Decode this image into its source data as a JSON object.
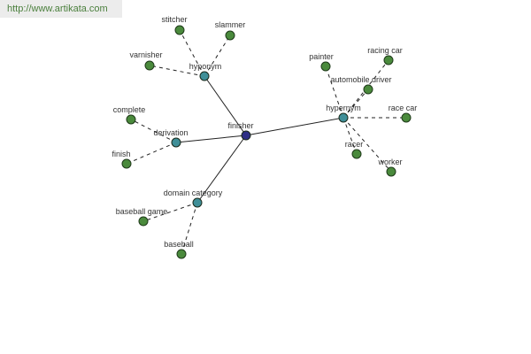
{
  "site": {
    "url": "http://www.artikata.com"
  },
  "colors": {
    "center": "#2e2f86",
    "relation": "#3f8f98",
    "leaf": "#4a8a3c"
  },
  "graph": {
    "center": {
      "id": "finisher",
      "label": "finisher"
    },
    "relations": [
      {
        "id": "hyponym",
        "label": "hyponym",
        "words": [
          "stitcher",
          "slammer",
          "varnisher"
        ]
      },
      {
        "id": "hypernym",
        "label": "hypernym",
        "words": [
          "painter",
          "racing car",
          "automobile driver",
          "race car",
          "racer",
          "worker"
        ]
      },
      {
        "id": "derivation",
        "label": "derivation",
        "words": [
          "complete",
          "finish"
        ]
      },
      {
        "id": "domain-category",
        "label": "domain category",
        "words": [
          "baseball game",
          "baseball"
        ]
      }
    ]
  }
}
